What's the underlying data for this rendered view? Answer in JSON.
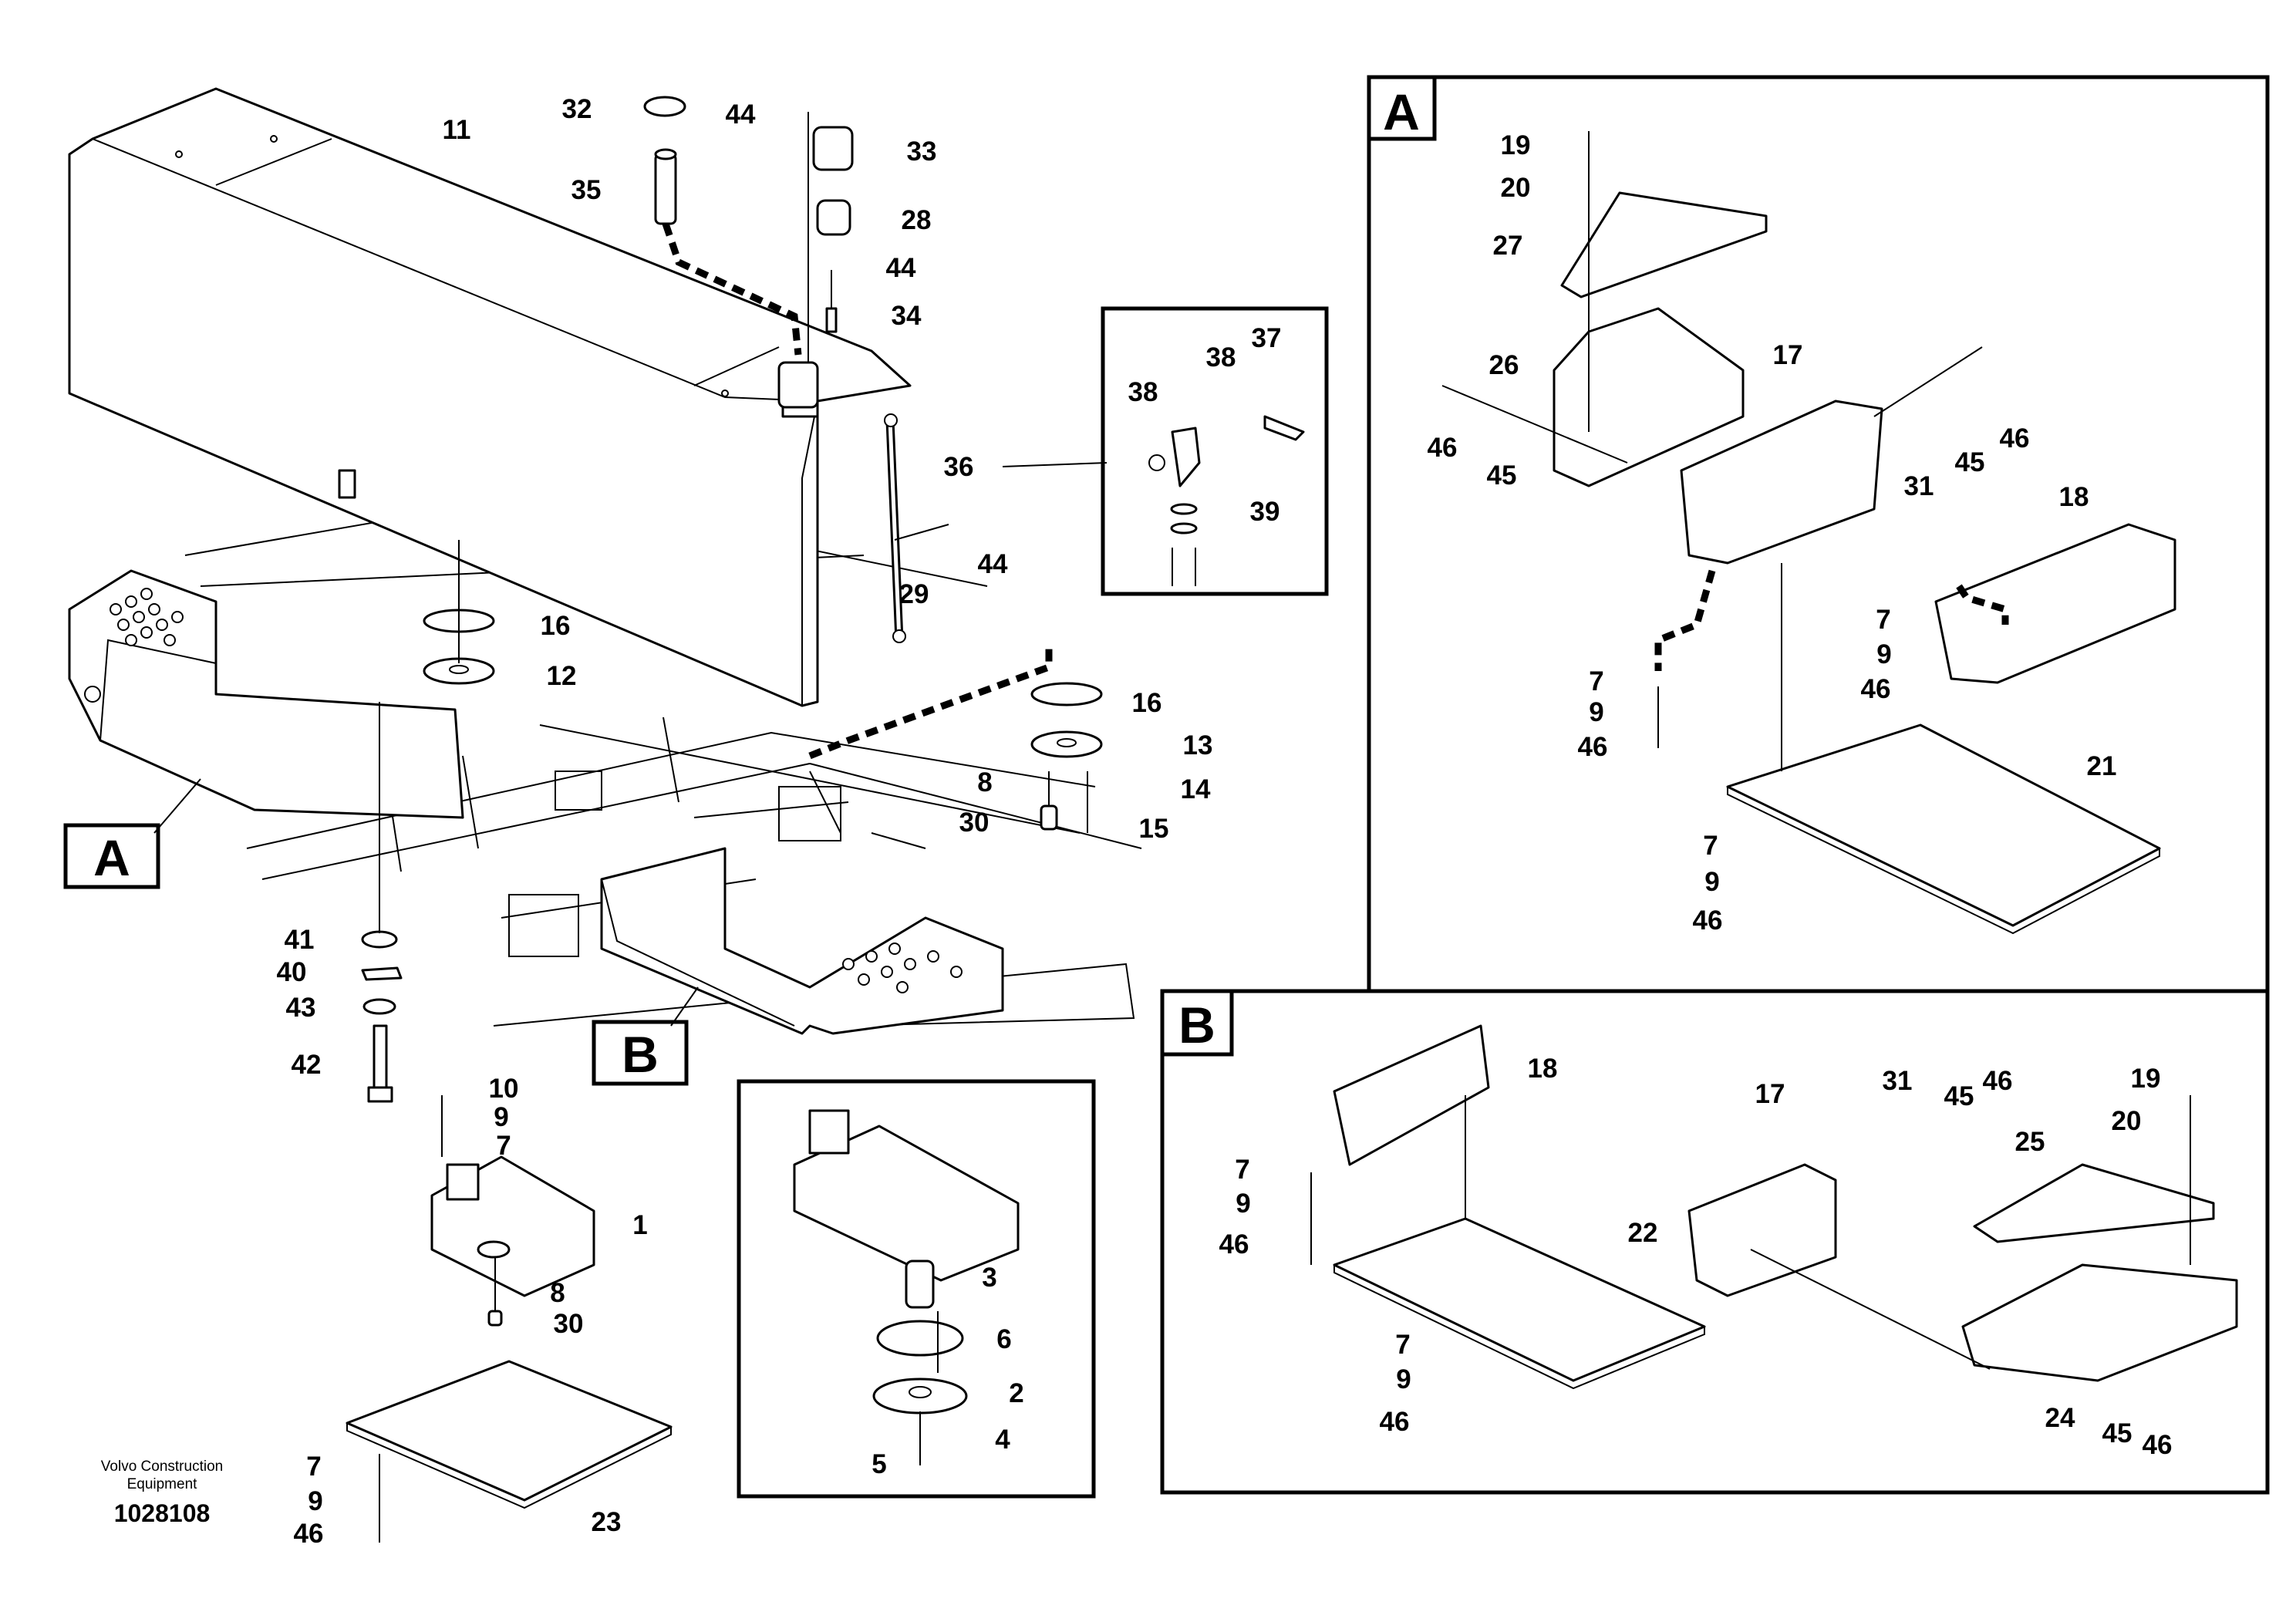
{
  "diagram": {
    "main_labels": [
      "11",
      "32",
      "35",
      "44",
      "33",
      "28",
      "44",
      "34",
      "36",
      "29",
      "44",
      "16",
      "12",
      "16",
      "13",
      "8",
      "14",
      "30",
      "15",
      "41",
      "40",
      "43",
      "42",
      "10",
      "9",
      "7",
      "1",
      "8",
      "30",
      "7",
      "9",
      "46",
      "23"
    ],
    "detail_37_labels": [
      "37",
      "38",
      "38",
      "39"
    ],
    "detail_1_labels": [
      "3",
      "6",
      "2",
      "4",
      "5"
    ],
    "view_markers": {
      "a": "A",
      "b": "B"
    }
  },
  "panel_a": {
    "title": "A",
    "labels": [
      "19",
      "20",
      "27",
      "26",
      "17",
      "46",
      "45",
      "31",
      "45",
      "46",
      "18",
      "7",
      "9",
      "46",
      "7",
      "9",
      "46",
      "21",
      "7",
      "9",
      "46"
    ]
  },
  "panel_b": {
    "title": "B",
    "labels": [
      "18",
      "7",
      "9",
      "46",
      "17",
      "31",
      "45",
      "46",
      "19",
      "20",
      "25",
      "22",
      "7",
      "9",
      "46",
      "24",
      "45",
      "46"
    ]
  },
  "footer": {
    "credit_line1": "Volvo Construction",
    "credit_line2": "Equipment",
    "doc_number": "1028108"
  }
}
